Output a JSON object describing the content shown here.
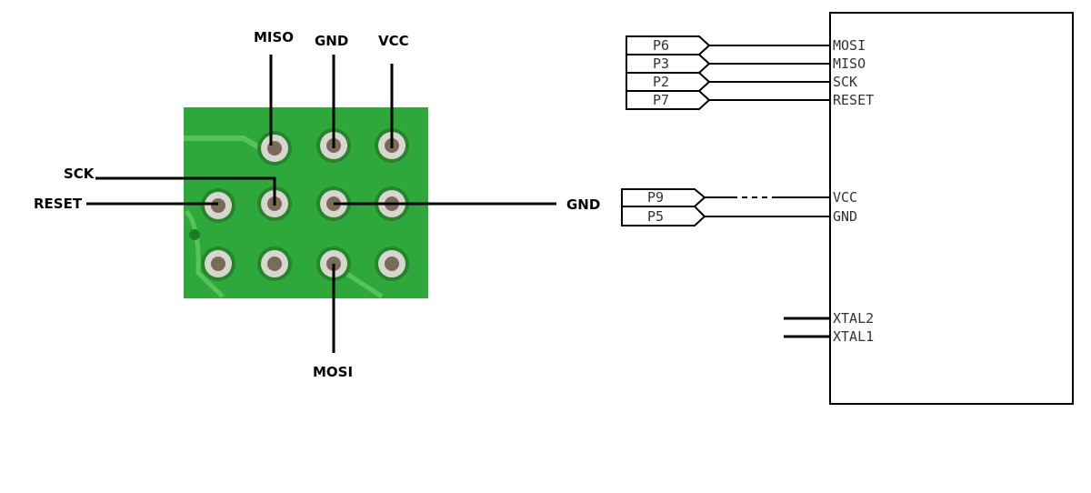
{
  "header_labels": {
    "top": [
      "MISO",
      "GND",
      "VCC"
    ],
    "left": [
      "SCK",
      "RESET"
    ],
    "right": "GND",
    "bottom": "MOSI"
  },
  "schematic": {
    "pins_top": [
      {
        "net": "P6",
        "pin": "MOSI"
      },
      {
        "net": "P3",
        "pin": "MISO"
      },
      {
        "net": "P2",
        "pin": "SCK"
      },
      {
        "net": "P7",
        "pin": "RESET"
      }
    ],
    "pins_power": [
      {
        "net": "P9",
        "pin": "VCC"
      },
      {
        "net": "P5",
        "pin": "GND"
      }
    ],
    "pins_xtal": [
      "XTAL2",
      "XTAL1"
    ]
  },
  "colors": {
    "pcb_green": "#2ea83a",
    "pcb_trace": "#57c45a",
    "pad_copper": "#d9d6cf",
    "hole": "#7a6a58",
    "line": "#000000"
  }
}
